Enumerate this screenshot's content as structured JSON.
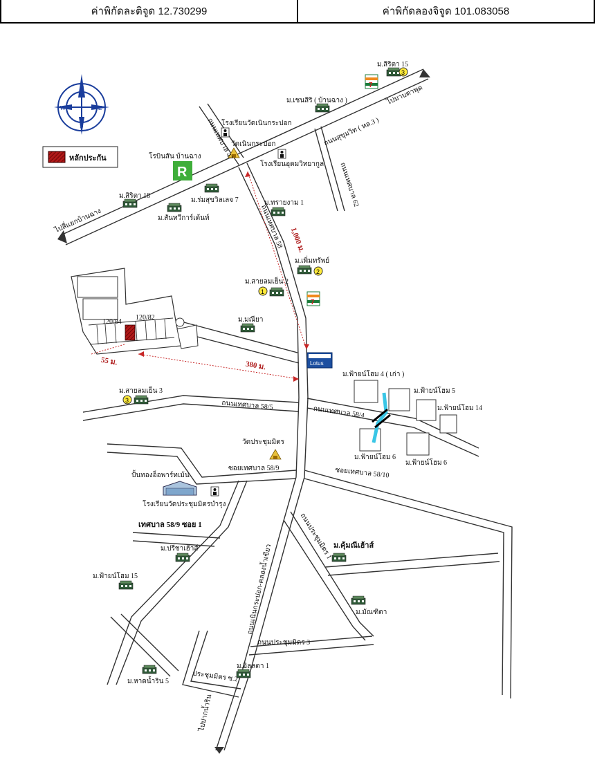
{
  "header": {
    "latitude_label": "ค่าพิกัดละติจูด 12.730299",
    "longitude_label": "ค่าพิกัดลองจิจูด 101.083058"
  },
  "legend": {
    "collateral": "หลักประกัน"
  },
  "compass": {
    "n": "N",
    "s": "S",
    "e": "E",
    "w": "W"
  },
  "roads": {
    "to_banchang": "ไปสี่แยกบ้านฉาง",
    "to_maptaphut": "ไปมาบตาพุด",
    "sukhumvit": "ถนนสุขุมวิท ( ทล.3 )",
    "thesaban47": "ถนนเทศบาล 47",
    "thesaban62": "ถนนเทศบาล 62",
    "thesaban58": "ถนนเทศบาล 58",
    "thesaban58_5": "ถนนเทศบาล 58/5",
    "thesaban58_4": "ถนนเทศบาล 58/4",
    "soi58_9": "ซอยเทศบาล 58/9",
    "soi58_10": "ซอยเทศบาล 58/10",
    "soi58_9_1": "เทศบาล 58/9 ซอย 1",
    "nernkraprok": "ถนนเนินกระปอก-คลองน้ำเขียว",
    "prachum1": "ถนนประชุมมิตร 1",
    "prachum3": "ถนนประชุมมิตร 3",
    "prachum_soi2": "ประชุมมิตร ซ.2",
    "to_pak_nam": "ไปปากน้ำริน"
  },
  "places": {
    "sirita15": "ม.สิริตา 15",
    "chansiri": "ม.เชนสิริ ( บ้านฉาง )",
    "school_wat_nern": "โรงเรียนวัดเนินกระปอก",
    "wat_nern": "วัดเนินกระปอก",
    "school_udom": "โรงเรียนอุดมวิทยากูล",
    "robinson": "โรบินสัน บ้านฉาง",
    "sirita18": "ม.สิริตา 18",
    "romsuk7": "ม.ร่มสุขวิลเลจ 7",
    "santawee": "ม.สันทวีการ์เด้นท์",
    "saingam1": "ม.ทรายงาม 1",
    "permsap": "ม.เพิ่มทรัพย์",
    "saiyen2": "ม.สายลมเย็น 2",
    "manee": "ม.มณียา",
    "lotus": "Lotus",
    "fahyen4": "ม.ฟ้ายน์โฮม 4 ( เก่า )",
    "fahyen5": "ม.ฟ้ายน์โฮม 5",
    "fahyen14": "ม.ฟ้ายน์โฮม 14",
    "fahyen6a": "ม.ฟ้ายน์โฮม 6",
    "fahyen6b": "ม.ฟ้ายน์โฮม 6",
    "saiyen3": "ม.สายลมเย็น 3",
    "wat_prachum": "วัดประชุมมิตร",
    "pantong": "ปั้นทองอ็อพาร์ทเม้น",
    "school_prachum": "โรงเรียนวัดประชุมมิตรบำรุง",
    "preecha": "ม.ปรีชาเฮ้าส์",
    "fahyen15": "ม.ฟ้ายน์โฮม 15",
    "kumanee": "ม.คุ้มณีเฮ้าส์",
    "manthita": "ม.มัณฑิตา",
    "orlada1": "ม.อิลลดา 1",
    "hadnamrin5": "ม.หาดน้ำริน 5"
  },
  "plots": {
    "p1": "120/84",
    "p2": "120/82"
  },
  "distances": {
    "d1000": "1,000 ม.",
    "d380": "380 ม.",
    "d55": "55 ม."
  },
  "markers": {
    "m1": "1",
    "m2": "2",
    "m3a": "3",
    "m3b": "3"
  },
  "colors": {
    "collateral": "#b01818",
    "distance": "#c82828",
    "compass": "#1a3d9c",
    "water": "#39c6e6"
  }
}
